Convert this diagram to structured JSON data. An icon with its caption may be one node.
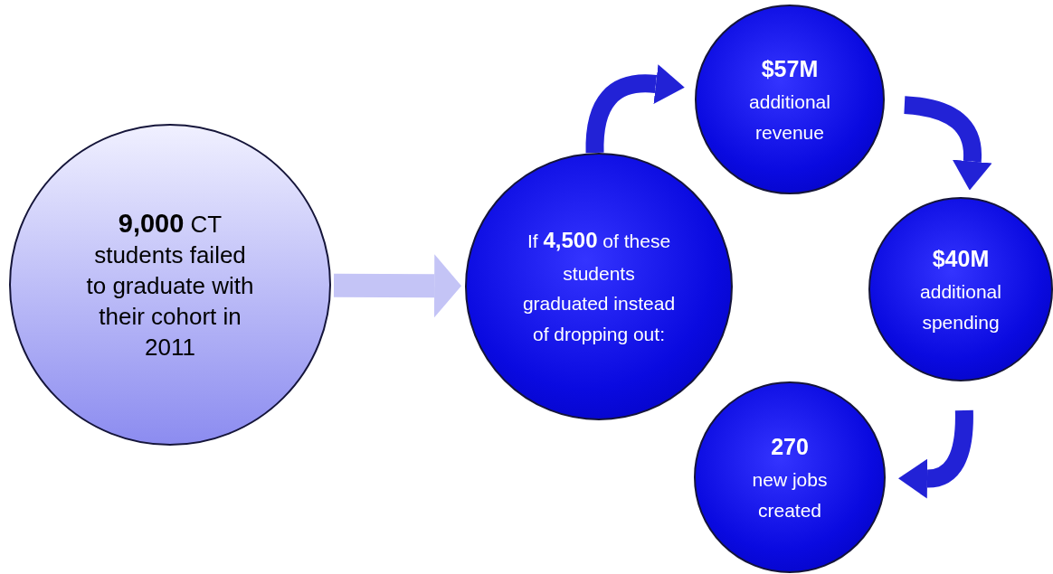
{
  "diagram": {
    "nodes": [
      {
        "text": [
          "**9,000** CT students failed to graduate with their cohort in 2011"
        ]
      },
      {
        "text": [
          "If **4,500** of these students graduated instead of dropping out:"
        ]
      },
      {
        "text": [
          "$57M",
          "additional revenue"
        ]
      },
      {
        "text": [
          "$40M",
          "additional spending"
        ]
      },
      {
        "text": [
          "270",
          "new jobs created"
        ]
      }
    ],
    "edges": [
      {
        "from": 0,
        "to": 1,
        "arrow": "to",
        "color": "#c4c4f6"
      },
      {
        "from": 1,
        "to": 2,
        "arrow": "to"
      },
      {
        "from": 2,
        "to": 3,
        "arrow": "to"
      },
      {
        "from": 3,
        "to": 4,
        "arrow": "to"
      }
    ]
  }
}
